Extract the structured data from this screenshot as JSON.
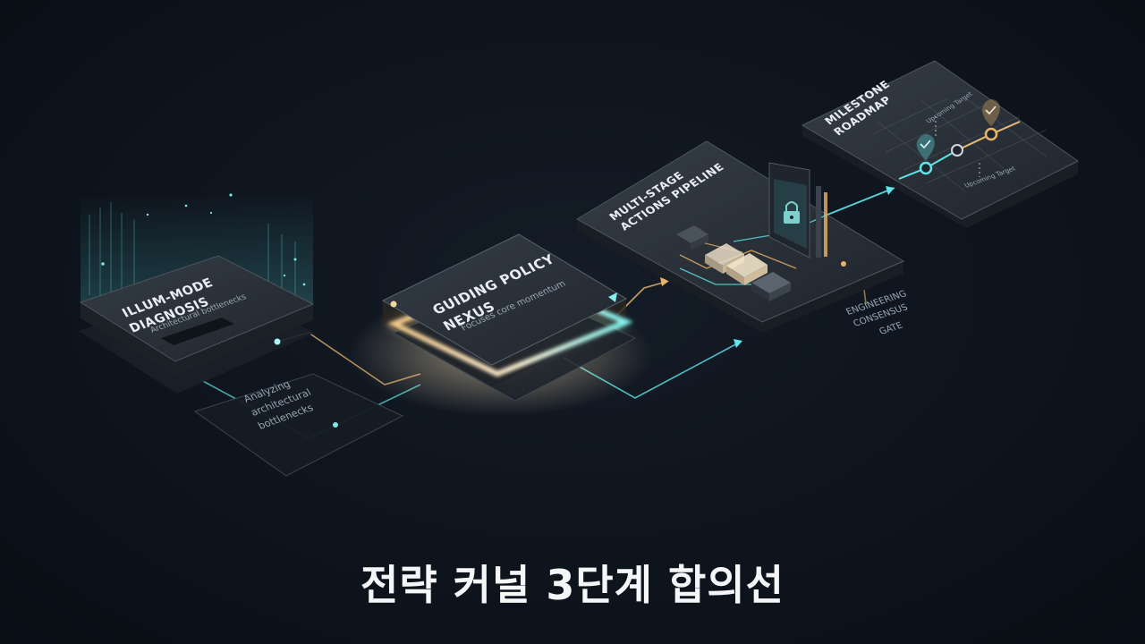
{
  "caption": "전략 커널 3단계 합의선",
  "stages": {
    "diagnosis": {
      "title_1": "ILLUM-MODE",
      "title_2": "DIAGNOSIS",
      "subtitle": "Architectural bottlenecks",
      "note_1": "Analyzing",
      "note_2": "architectural",
      "note_3": "bottlenecks"
    },
    "policy": {
      "title_1": "GUIDING POLICY",
      "title_2": "NEXUS",
      "subtitle": "Focuses core momentum"
    },
    "actions": {
      "title_1": "MULTI-STAGE",
      "title_2": "ACTIONS PIPELINE",
      "gate_1": "ENGINEERING",
      "gate_2": "CONSENSUS",
      "gate_3": "GATE"
    },
    "roadmap": {
      "title_1": "MILESTONE",
      "title_2": "ROADMAP",
      "target_top": "Upcoming Target",
      "target_bottom": "Upcoming Target"
    }
  },
  "colors": {
    "accent_cyan": "#5fe6e8",
    "accent_gold": "#e8b46a",
    "panel": "#2a3139",
    "background": "#0e141d"
  }
}
